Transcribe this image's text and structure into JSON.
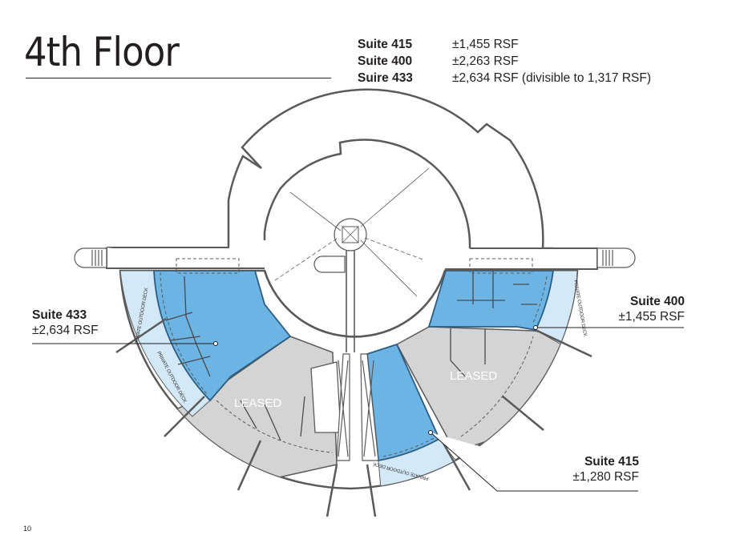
{
  "page": {
    "title": "4th Floor",
    "page_number": "10"
  },
  "summary": [
    {
      "name": "Suite 415",
      "value": "±1,455 RSF"
    },
    {
      "name": "Suite 400",
      "value": "±2,263 RSF"
    },
    {
      "name": "Suire 433",
      "value": "±2,634 RSF (divisible to 1,317 RSF)"
    }
  ],
  "callouts": {
    "suite_433": {
      "name": "Suite 433",
      "value": "±2,634 RSF"
    },
    "suite_400": {
      "name": "Suite 400",
      "value": "±1,455 RSF"
    },
    "suite_415": {
      "name": "Suite 415",
      "value": "±1,280 RSF"
    }
  },
  "plan": {
    "leased_label": "LEASED",
    "deck_label": "PRIVATE OUTDOOR DECK",
    "colors": {
      "available_suite": "#6cb4e4",
      "private_deck": "#d3e9f8",
      "leased": "#d4d4d4",
      "wall": "#5a5a5a",
      "leader_line": "#231f20"
    }
  }
}
